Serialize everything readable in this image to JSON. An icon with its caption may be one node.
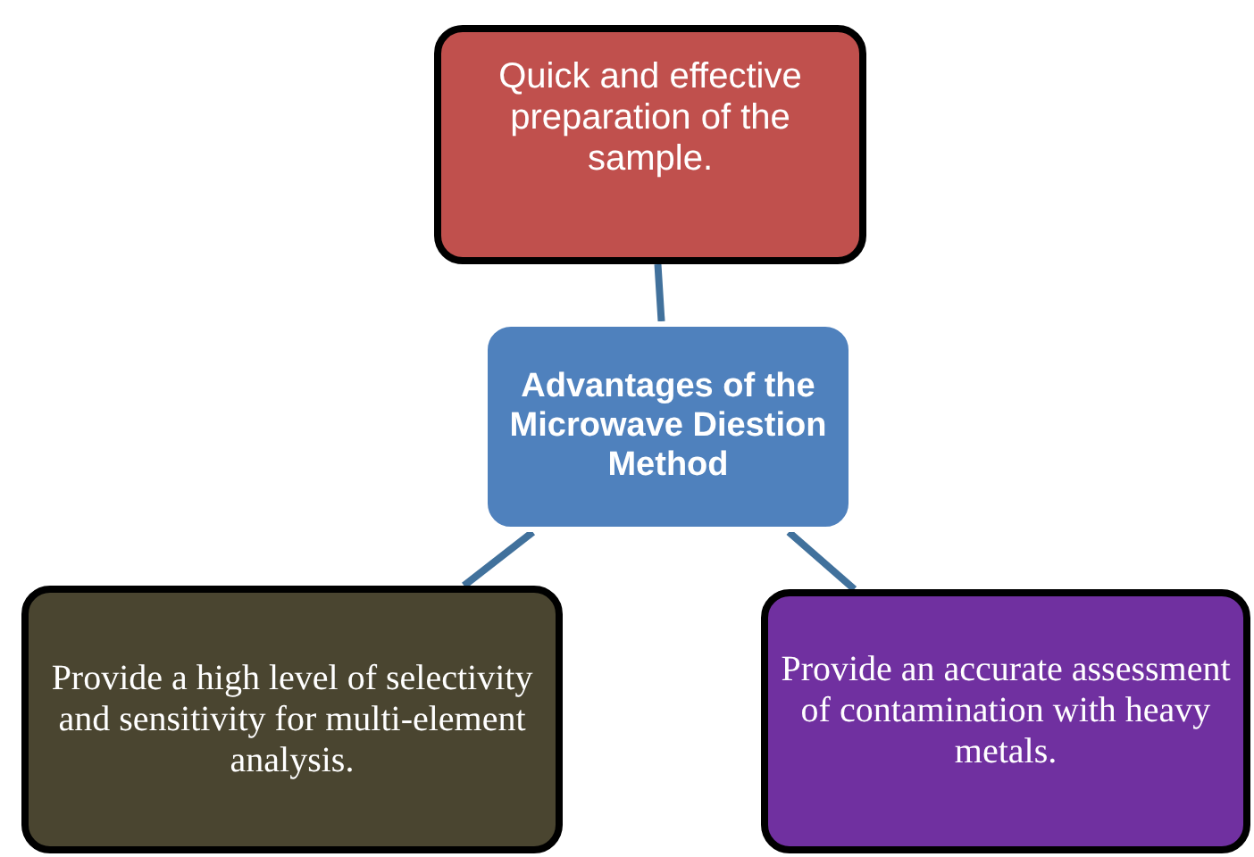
{
  "diagram": {
    "nodes": [
      {
        "text": [
          "Quick and effective preparation of the sample."
        ]
      },
      {
        "text": [
          "Advantages of the Microwave Diestion Method"
        ]
      },
      {
        "text": [
          "Provide a high level of selectivity and sensitivity for multi-element analysis."
        ]
      },
      {
        "text": [
          "Provide an accurate assessment of contamination with heavy metals."
        ]
      }
    ],
    "edges": [
      {
        "from": 1,
        "to": 0,
        "arrow": "none"
      },
      {
        "from": 1,
        "to": 2,
        "arrow": "none"
      },
      {
        "from": 1,
        "to": 3,
        "arrow": "none"
      }
    ]
  }
}
